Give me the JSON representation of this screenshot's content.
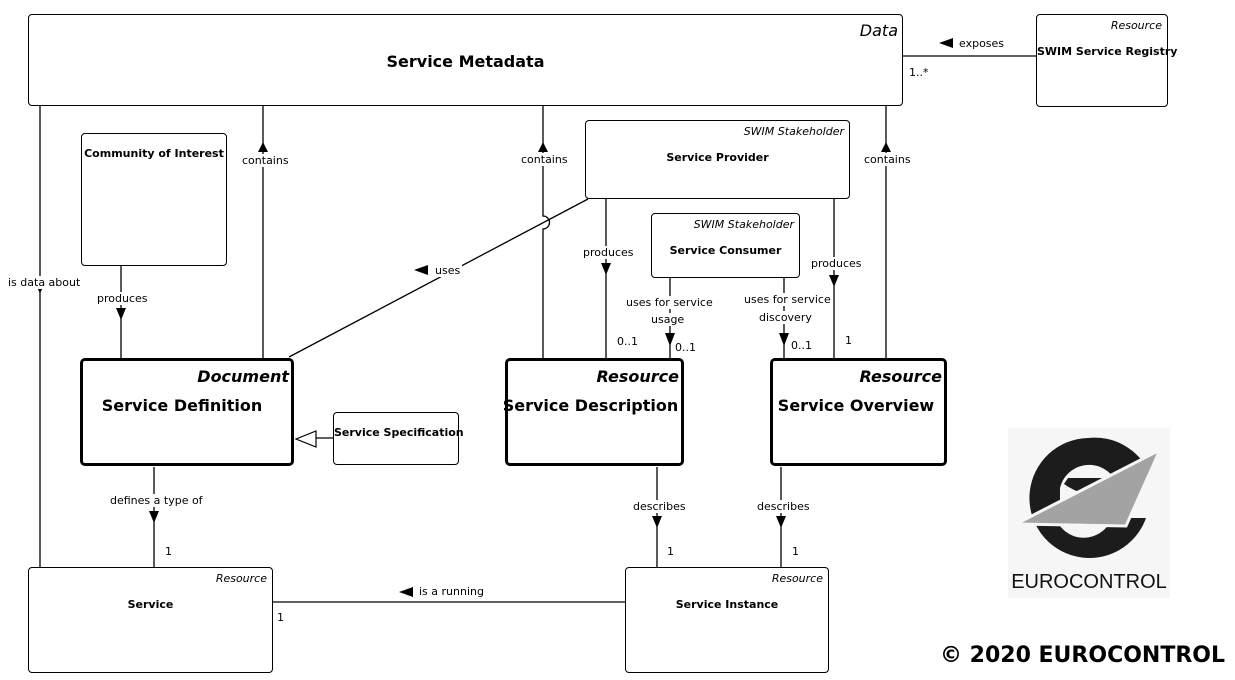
{
  "diagram": {
    "boxes": {
      "service_metadata": {
        "name": "Service Metadata",
        "stereotype": "Data"
      },
      "swim_service_registry": {
        "name": "SWIM Service Registry",
        "stereotype": "Resource"
      },
      "community_of_interest": {
        "name": "Community of Interest"
      },
      "service_provider": {
        "name": "Service Provider",
        "stereotype": "SWIM Stakeholder"
      },
      "service_consumer": {
        "name": "Service Consumer",
        "stereotype": "SWIM Stakeholder"
      },
      "service_definition": {
        "name": "Service Definition",
        "stereotype": "Document"
      },
      "service_specification": {
        "name": "Service Specification"
      },
      "service_description": {
        "name": "Service Description",
        "stereotype": "Resource"
      },
      "service_overview": {
        "name": "Service Overview",
        "stereotype": "Resource"
      },
      "service": {
        "name": "Service",
        "stereotype": "Resource"
      },
      "service_instance": {
        "name": "Service Instance",
        "stereotype": "Resource"
      }
    },
    "relations": {
      "exposes": {
        "label": "exposes",
        "multiplicity": "1..*"
      },
      "contains_def": {
        "label": "contains"
      },
      "contains_desc": {
        "label": "contains"
      },
      "contains_over": {
        "label": "contains"
      },
      "is_data_about": {
        "label": "is data about"
      },
      "coi_produces": {
        "label": "produces"
      },
      "uses": {
        "label": "uses"
      },
      "provider_produces_desc": {
        "label": "produces",
        "multiplicity": "0..1"
      },
      "provider_produces_over": {
        "label": "produces",
        "multiplicity": "1"
      },
      "uses_for_usage": {
        "label_line1": "uses for service",
        "label_line2": "usage",
        "multiplicity": "0..1"
      },
      "uses_for_discovery": {
        "label_line1": "uses for service",
        "label_line2": "discovery",
        "multiplicity": "0..1"
      },
      "defines_type_of": {
        "label": "defines a type of",
        "multiplicity": "1"
      },
      "describes_desc": {
        "label": "describes",
        "multiplicity": "1"
      },
      "describes_over": {
        "label": "describes",
        "multiplicity": "1"
      },
      "is_a_running": {
        "label": "is a running",
        "multiplicity": "1"
      }
    }
  },
  "branding": {
    "logo_text": "EUROCONTROL",
    "copyright": "© 2020 EUROCONTROL"
  }
}
